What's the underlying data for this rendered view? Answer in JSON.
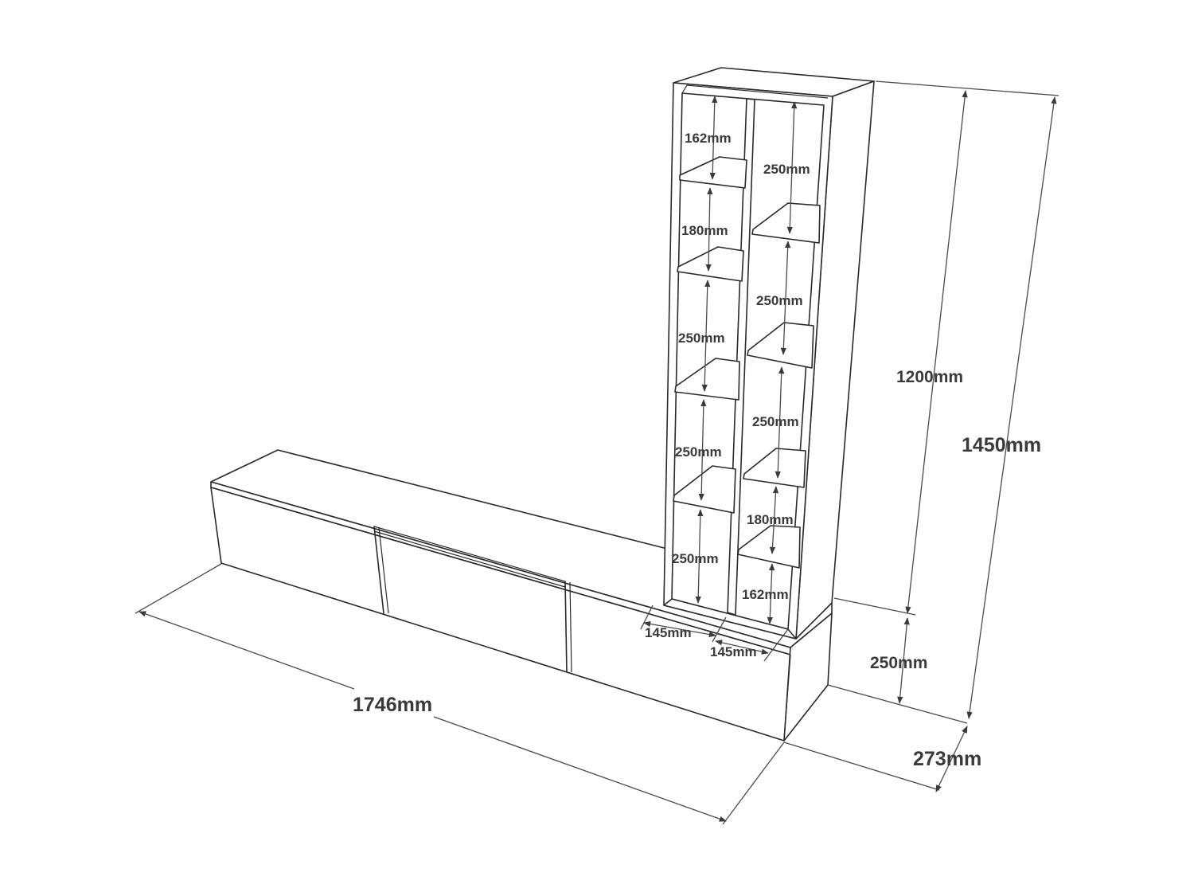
{
  "dimensions": {
    "total_width": "1746mm",
    "depth": "273mm",
    "total_height": "1450mm",
    "shelf_height": "1200mm",
    "base_height": "250mm",
    "compartment_width_left": "145mm",
    "compartment_width_right": "145mm",
    "left_column": [
      "162mm",
      "180mm",
      "250mm",
      "250mm",
      "250mm"
    ],
    "right_column": [
      "250mm",
      "250mm",
      "250mm",
      "180mm",
      "162mm"
    ]
  }
}
